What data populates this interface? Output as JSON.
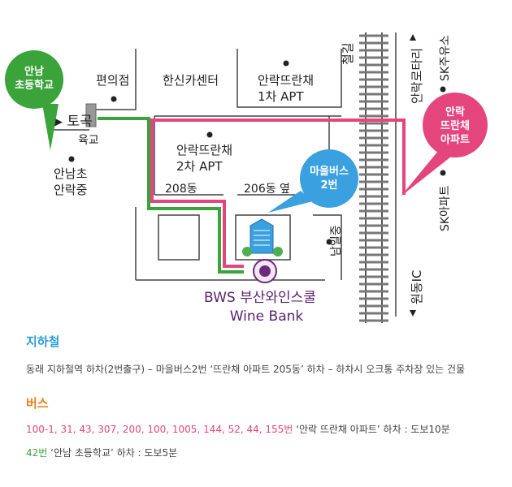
{
  "map": {
    "bubbles": {
      "annam_school": "안남\n초등학교",
      "village_bus": "마을버스\n2번",
      "annak_apt": "안락\n뜨란채\n아파트"
    },
    "places": {
      "togok": "토곡",
      "yukgyo": "육교",
      "convenience": "편의점",
      "hanshin": "한신카센터",
      "apt1": "안락뜨란채\n1차 APT",
      "apt2": "안락뜨란채\n2차 APT",
      "dong208": "208동",
      "dong206": "206동 옆",
      "namilgo": "남일중",
      "annamcho": "안남초\n안락중",
      "railway": "철길",
      "rotary": "안락로타리",
      "sk_gas": "SK주유소",
      "sk_apt": "SK아파트",
      "ic": "원동IC",
      "bws": "BWS 부산와인스쿨",
      "winebank": "Wine Bank"
    },
    "colors": {
      "green_route": "#3aa33a",
      "pink_route": "#e4457c",
      "bus_blue": "#3aa0e0",
      "bws_purple": "#6b2a7a"
    }
  },
  "subway": {
    "title": "지하철",
    "text": "동래 지하철역 하차(2번출구) – 마을버스2번 ‘뜨란채 아파트 205동’ 하차 – 하차시 오크통 주차장 있는 건물"
  },
  "bus": {
    "title": "버스",
    "routes1": "100-1, 31, 43, 307, 200, 100, 1005, 144, 52, 44, 155번",
    "text1": " ‘안락 뜨란채 아파트’ 하차 : 도보10분",
    "routes2": "42번",
    "text2": " ‘안남 초등학교’ 하차 : 도보5분"
  }
}
